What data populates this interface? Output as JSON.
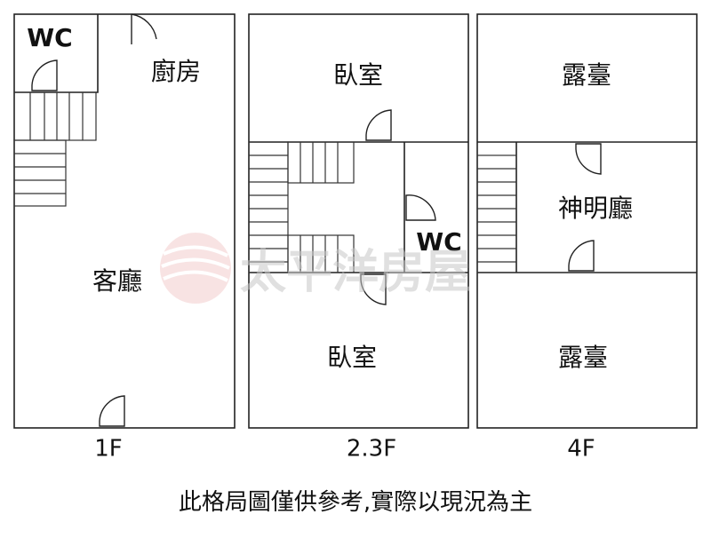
{
  "watermark": {
    "brand": "太平洋房屋",
    "logo_color": "#e8a0a0"
  },
  "floors": [
    {
      "label": "1F",
      "rooms": {
        "wc": "WC",
        "kitchen": "廚房",
        "living": "客廳"
      }
    },
    {
      "label": "2.3F",
      "rooms": {
        "bedroom_top": "臥室",
        "wc": "WC",
        "bedroom_bottom": "臥室"
      }
    },
    {
      "label": "4F",
      "rooms": {
        "terrace_top": "露臺",
        "shrine": "神明廳",
        "terrace_bottom": "露臺"
      }
    }
  ],
  "disclaimer": "此格局圖僅供參考,實際以現況為主"
}
